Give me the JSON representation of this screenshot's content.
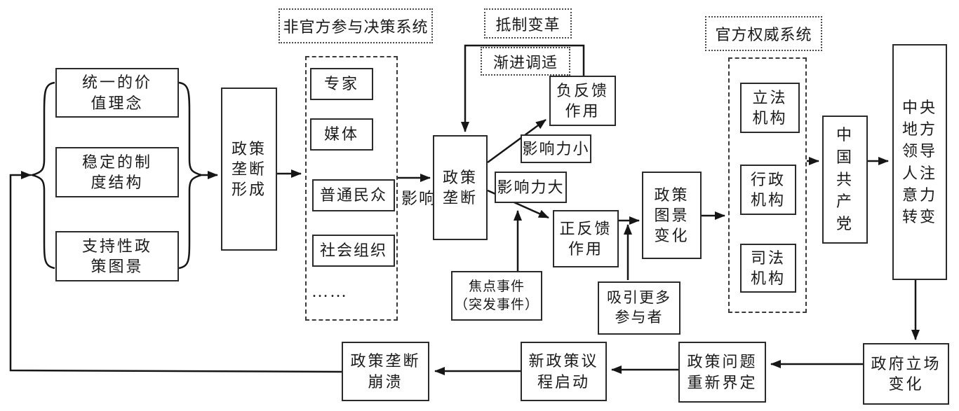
{
  "diagram": {
    "system_labels": {
      "unofficial_system": "非官方参与决策系统",
      "resist_change": "抵制变革",
      "gradual_adjustment": "渐进调适",
      "official_system": "官方权威系统"
    },
    "edge_labels": {
      "influence": "影响",
      "influence_small": "影响力小",
      "influence_large": "影响力大"
    },
    "boxes": {
      "unified_values": "统一的价值理念",
      "stable_structure": "稳定的制度结构",
      "supportive_image": "支持性政策图景",
      "monopoly_formation": "政策垄断形成",
      "experts": "专家",
      "media": "媒体",
      "ordinary_people": "普通民众",
      "social_organizations": "社会组织",
      "ellipsis": "……",
      "policy_monopoly": "政策垄断",
      "negative_feedback": "负反馈作用",
      "positive_feedback": "正反馈作用",
      "focal_event": "焦点事件\n（突发事件）",
      "attract_participants": "吸引更多参与者",
      "policy_image_change": "政策图景变化",
      "legislative_body": "立法机构",
      "administrative_body": "行政机构",
      "judicial_body": "司法机构",
      "ccp": "中国共产党",
      "leader_attention_shift": "中央地方领导人注意力转变",
      "government_stance_change": "政府立场变化",
      "problem_redefinition": "政策问题重新界定",
      "new_agenda_launch": "新政策议程启动",
      "monopoly_collapse": "政策垄断崩溃"
    },
    "colors": {
      "line": "#161616",
      "border": "#2b2b2b",
      "background": "#ffffff"
    }
  }
}
